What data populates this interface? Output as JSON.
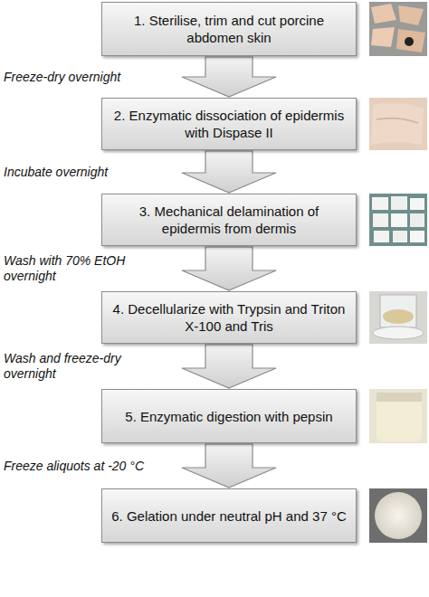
{
  "diagram": {
    "nodes": [
      {
        "text": [
          "1. Sterilise, trim and cut porcine abdomen skin"
        ]
      },
      {
        "text": [
          "2. Enzymatic dissociation of epidermis with Dispase II"
        ]
      },
      {
        "text": [
          "3. Mechanical delamination of epidermis from dermis"
        ]
      },
      {
        "text": [
          "4. Decellularize with Trypsin and Triton X-100 and Tris"
        ]
      },
      {
        "text": [
          "5. Enzymatic digestion with pepsin"
        ]
      },
      {
        "text": [
          "6. Gelation under neutral pH and 37 °C"
        ]
      }
    ],
    "edges": [
      {
        "from": 0,
        "to": 1,
        "arrow": "to",
        "label": "Freeze-dry overnight"
      },
      {
        "from": 1,
        "to": 2,
        "arrow": "to",
        "label": "Incubate overnight"
      },
      {
        "from": 2,
        "to": 3,
        "arrow": "to",
        "label": "Wash with 70% EtOH overnight"
      },
      {
        "from": 3,
        "to": 4,
        "arrow": "to",
        "label": "Wash and freeze-dry overnight"
      },
      {
        "from": 4,
        "to": 5,
        "arrow": "to",
        "label": "Freeze aliquots at -20 °C"
      }
    ]
  }
}
